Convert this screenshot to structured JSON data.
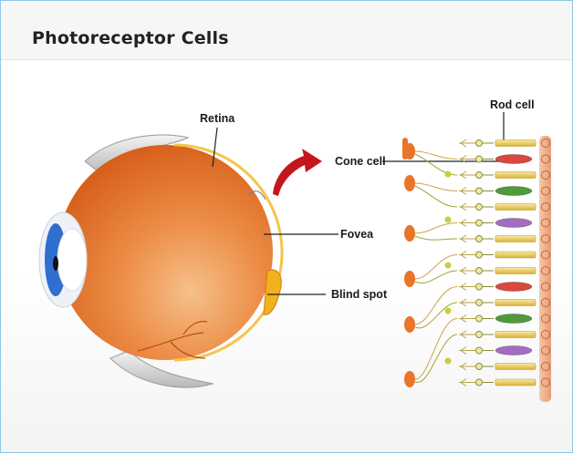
{
  "header": {
    "title": "Photoreceptor Cells"
  },
  "labels": {
    "retina": "Retina",
    "rod_cell": "Rod cell",
    "cone_cell": "Cone cell",
    "fovea": "Fovea",
    "blind_spot": "Blind spot"
  },
  "colors": {
    "eye_body": "#e0671f",
    "eye_highlight": "#f6c08a",
    "iris": "#2f6fd0",
    "arrow": "#c4161c",
    "rod": "#f0d060",
    "cone_red": "#d9473f",
    "cone_green": "#4f9a3a",
    "cone_purple": "#a46cc0",
    "bipolar": "#e8752a",
    "border": "#8fc7e8"
  },
  "cell_rows": [
    "rod",
    "cone_red",
    "rod",
    "cone_green",
    "rod",
    "cone_purple",
    "rod",
    "rod",
    "rod",
    "cone_red",
    "rod",
    "cone_green",
    "rod",
    "cone_purple",
    "rod",
    "rod"
  ]
}
